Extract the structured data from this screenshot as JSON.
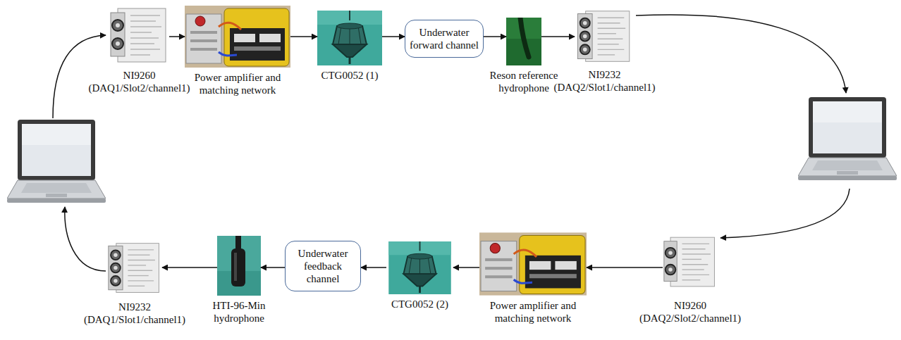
{
  "diagram": {
    "nodes": [
      {
        "text": [
          "NI9260 (DAQ1/Slot2/channel1)"
        ]
      },
      {
        "text": [
          "Power amplifier and matching network"
        ]
      },
      {
        "text": [
          "CTG0052 (1)"
        ]
      },
      {
        "text": [
          "Underwater forward channel"
        ]
      },
      {
        "text": [
          "Reson reference hydrophone"
        ]
      },
      {
        "text": [
          "NI9232 (DAQ2/Slot1/channel1)"
        ]
      },
      {
        "text": [
          "NI9260 (DAQ2/Slot2/channel1)"
        ]
      },
      {
        "text": [
          "Power amplifier and matching network"
        ]
      },
      {
        "text": [
          "CTG0052 (2)"
        ]
      },
      {
        "text": [
          "Underwater feedback channel"
        ]
      },
      {
        "text": [
          "HTI-96-Min hydrophone"
        ]
      },
      {
        "text": [
          "NI9232 (DAQ1/Slot1/channel1)"
        ]
      }
    ],
    "edges": [
      {
        "from": 0,
        "to": 1,
        "arrow": "to"
      },
      {
        "from": 1,
        "to": 2,
        "arrow": "to"
      },
      {
        "from": 2,
        "to": 3,
        "arrow": "to"
      },
      {
        "from": 3,
        "to": 4,
        "arrow": "to"
      },
      {
        "from": 4,
        "to": 5,
        "arrow": "to"
      },
      {
        "from": 6,
        "to": 7,
        "arrow": "to"
      },
      {
        "from": 7,
        "to": 8,
        "arrow": "to"
      },
      {
        "from": 8,
        "to": 9,
        "arrow": "to"
      },
      {
        "from": 9,
        "to": 10,
        "arrow": "to"
      },
      {
        "from": 10,
        "to": 11,
        "arrow": "to"
      }
    ]
  }
}
